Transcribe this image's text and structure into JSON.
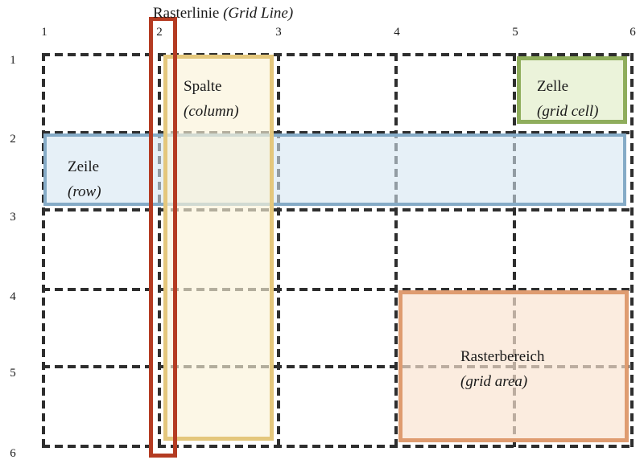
{
  "title": {
    "de": "Rasterlinie",
    "en": "(Grid Line)"
  },
  "axis": {
    "column_labels": [
      "1",
      "2",
      "3",
      "4",
      "5",
      "6"
    ],
    "row_labels": [
      "1",
      "2",
      "3",
      "4",
      "5",
      "6"
    ]
  },
  "annotations": {
    "column": {
      "de": "Spalte",
      "en": "(column)"
    },
    "row": {
      "de": "Zeile",
      "en": "(row)"
    },
    "cell": {
      "de": "Zelle",
      "en": "(grid cell)"
    },
    "area": {
      "de": "Rasterbereich",
      "en": "(grid area)"
    }
  },
  "colors": {
    "grid_dash": "#2e2e2e",
    "gridline_marker_border": "#b43b22",
    "column_border": "#e4c77c",
    "column_fill": "#fdf8ec",
    "row_border": "#85abc7",
    "row_fill": "#eaf2f8",
    "cell_border": "#8fad5c",
    "cell_fill": "#ebf3da",
    "area_border": "#df9c70",
    "area_fill": "#fbeee3"
  }
}
